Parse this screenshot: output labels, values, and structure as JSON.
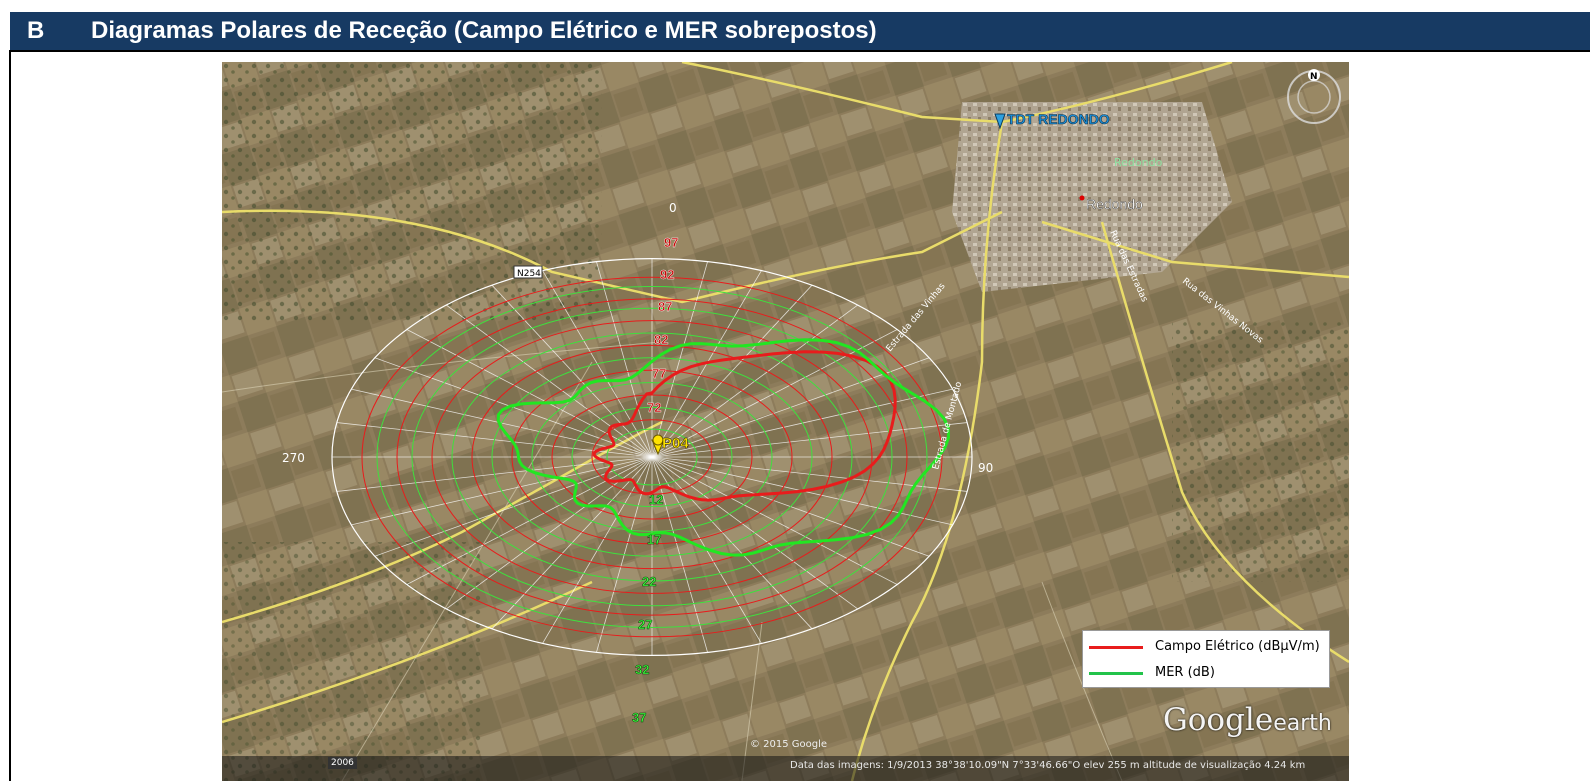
{
  "header": {
    "letter": "B",
    "title": "Diagramas Polares de Receção (Campo Elétrico e MER sobrepostos)"
  },
  "map": {
    "marker_label": "P04",
    "transmitter_label": "TDT REDONDO",
    "town_labels": [
      "Redondo",
      "Redondo"
    ],
    "road_labels": [
      "N254",
      "Estrada das Vinhas",
      "Estrada de Montado",
      "Rua das Estradas",
      "Rua das Vinhas Novas"
    ],
    "angle_labels": {
      "top": "0",
      "left": "270",
      "right": "90"
    },
    "field_ring_labels": [
      "97",
      "92",
      "87",
      "82",
      "77",
      "72"
    ],
    "mer_ring_labels": [
      "12",
      "17",
      "22",
      "27",
      "32",
      "37"
    ],
    "compass_label": "N",
    "colors": {
      "field": "#e81c1c",
      "mer": "#22dd22",
      "grid": "#ffffff"
    }
  },
  "legend": {
    "items": [
      {
        "label": "Campo Elétrico (dBµV/m)",
        "color": "#e81c1c"
      },
      {
        "label": "MER (dB)",
        "color": "#22c34a"
      }
    ]
  },
  "branding": {
    "google": "Google",
    "earth": "earth",
    "copyright": "© 2015 Google",
    "year": "2006"
  },
  "status": {
    "text": "Data das imagens: 1/9/2013     38°38'10.09\"N    7°33'46.66\"O  elev   255 m     altitude de visualização   4.24 km"
  }
}
